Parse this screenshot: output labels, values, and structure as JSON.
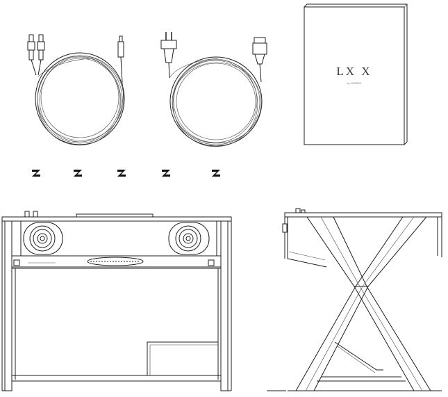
{
  "manual": {
    "title": "LX X",
    "subtitle": "by NORDIC"
  },
  "accessories": {
    "rca_cable": "rca-audio-cable",
    "power_cord": "power-cord",
    "manual": "user-manual",
    "screws": [
      "screw",
      "screw",
      "screw",
      "screw",
      "screw"
    ]
  },
  "views": [
    "front-view",
    "side-view"
  ]
}
